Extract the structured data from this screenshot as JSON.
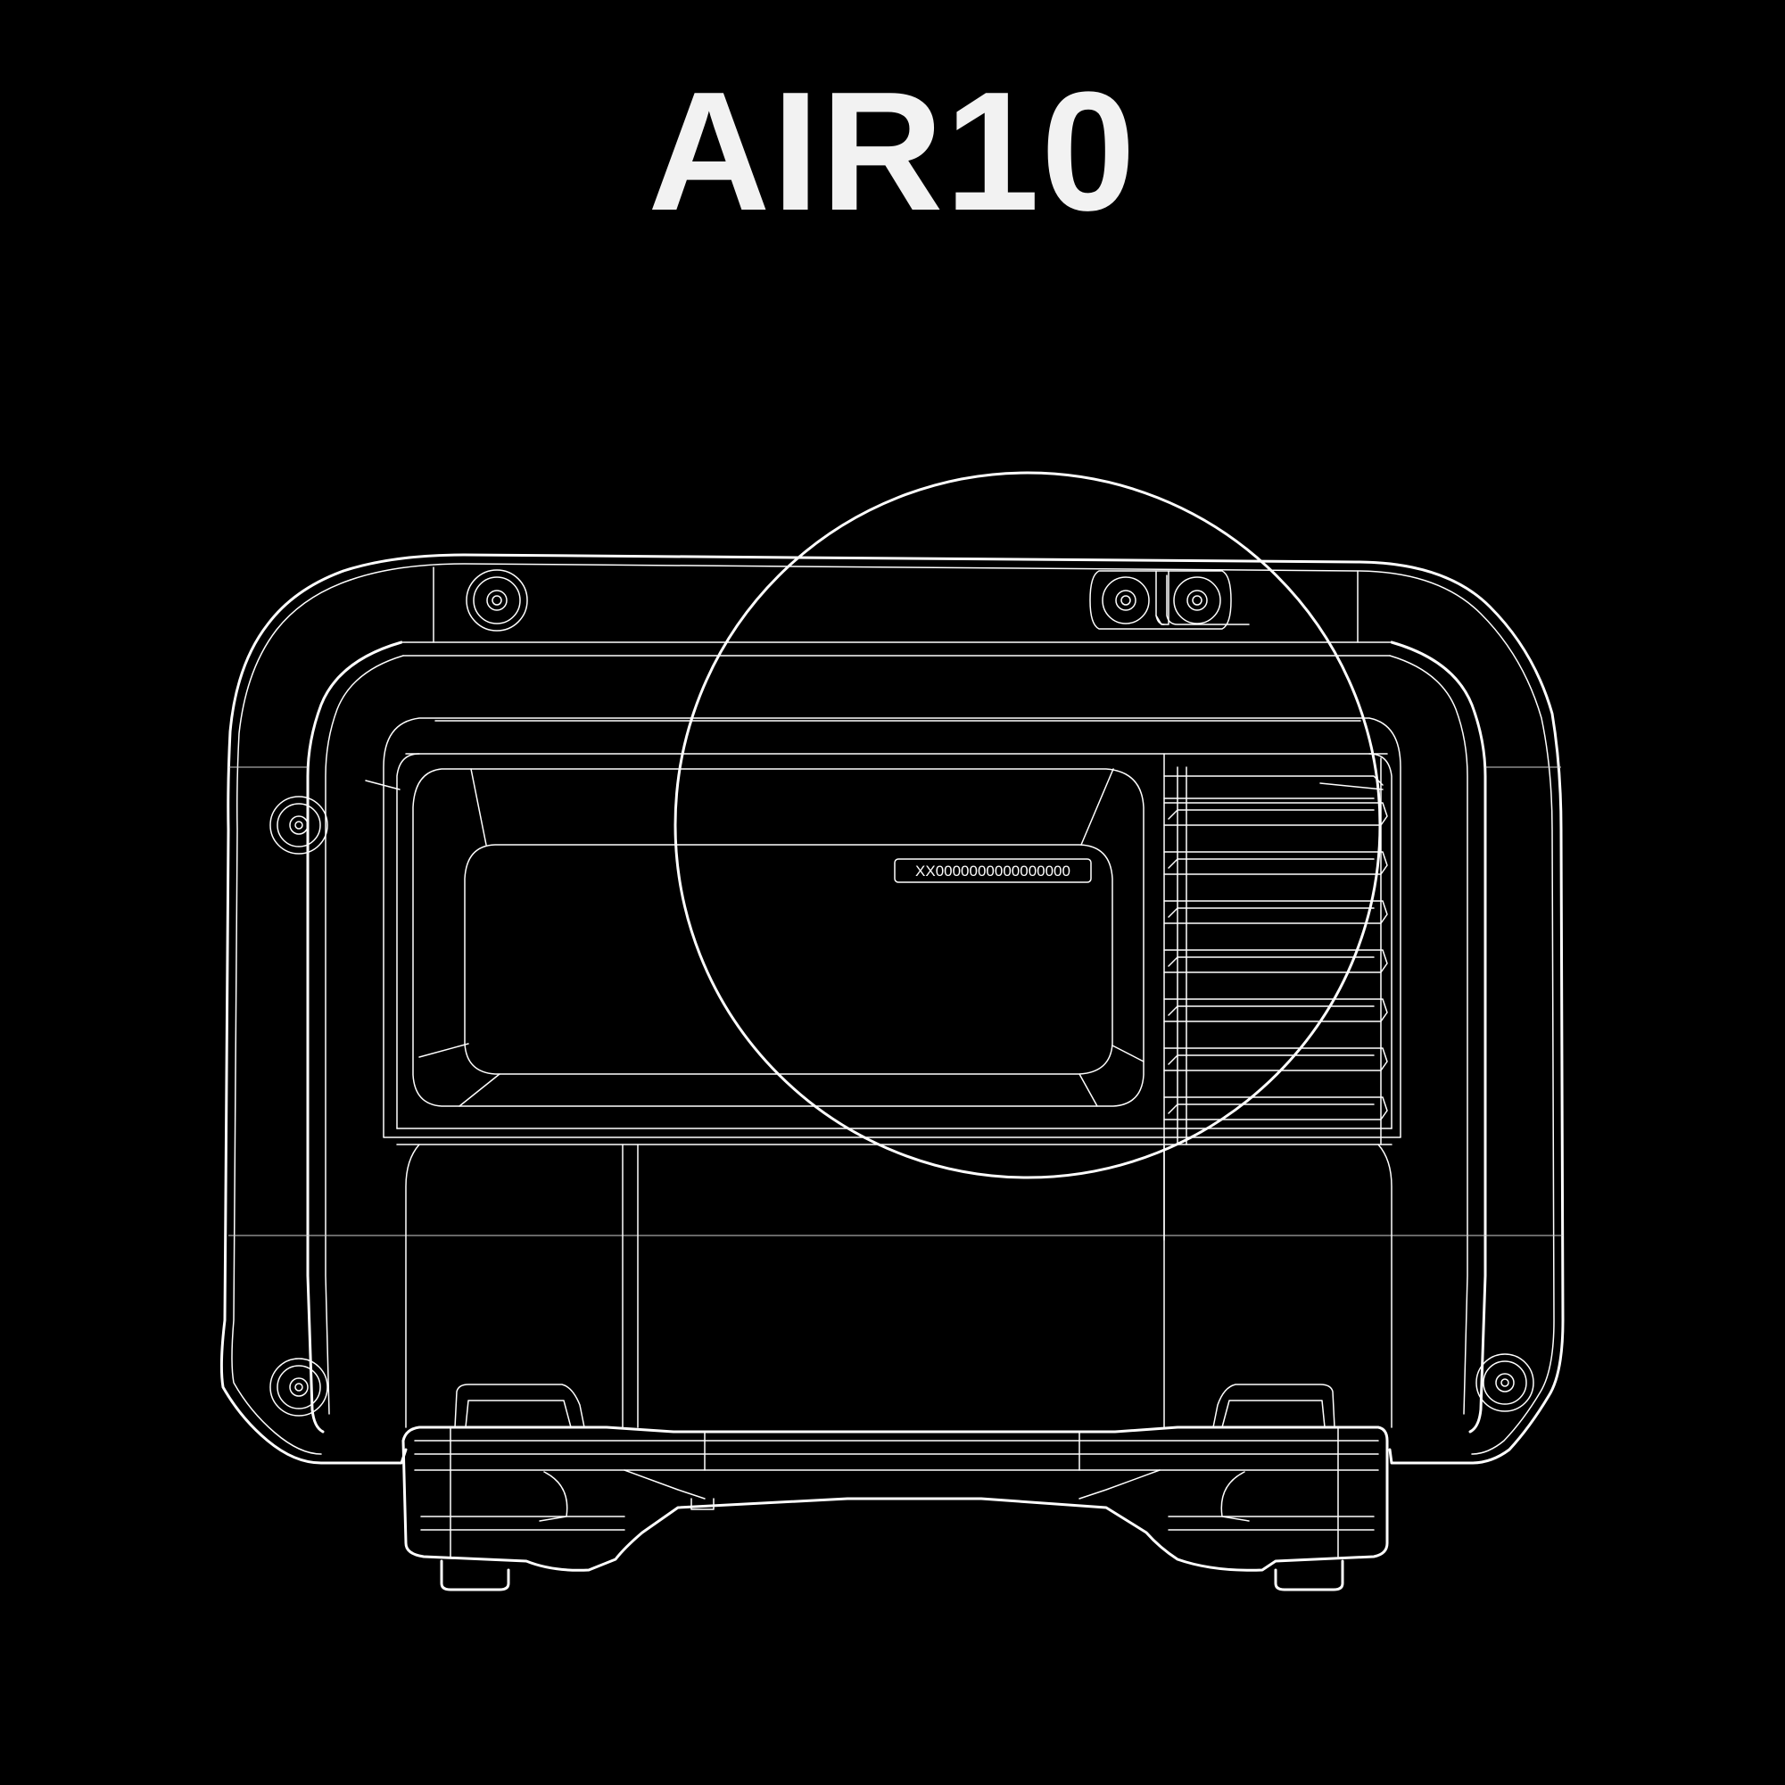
{
  "title": "AIR10",
  "device": {
    "serial_label": "XX0000000000000000"
  },
  "colors": {
    "background": "#000000",
    "line": "#ffffff",
    "title": "#f2f2f2"
  },
  "icons": {
    "callout": "magnifier-circle",
    "screws": "torx-screw"
  }
}
